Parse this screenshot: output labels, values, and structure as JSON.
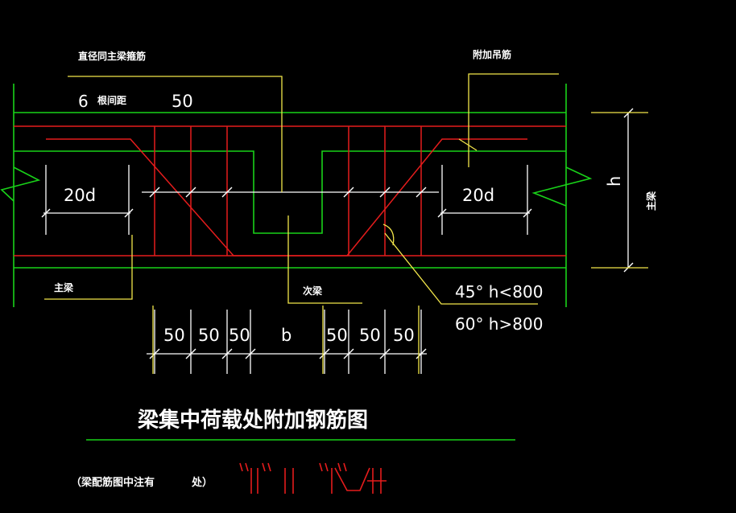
{
  "labels": {
    "leader_main_stirrup": "直径同主梁箍筋",
    "leader_hanger": "附加吊筋",
    "stirrup_count": "6",
    "stirrup_spacing_label": "根间距",
    "stirrup_spacing_value": "50",
    "anchor_left": "20d",
    "anchor_right": "20d",
    "height_symbol": "h",
    "main_beam_right": "主梁",
    "main_beam_left": "主梁",
    "secondary_beam": "次梁",
    "angle_45": "45° h<800",
    "angle_60": "60° h>800"
  },
  "dimensions": {
    "left": [
      "50",
      "50",
      "50"
    ],
    "middle": "b",
    "right": [
      "50",
      "50",
      "50"
    ]
  },
  "title": "梁集中荷载处附加钢筋图",
  "note_prefix": "（梁配筋图中注有",
  "note_suffix": "处）",
  "colors": {
    "background": "#000000",
    "concrete_outline": "#19d219",
    "rebar": "#e51c1c",
    "leader": "#f2e64a",
    "text": "#ffffff"
  }
}
